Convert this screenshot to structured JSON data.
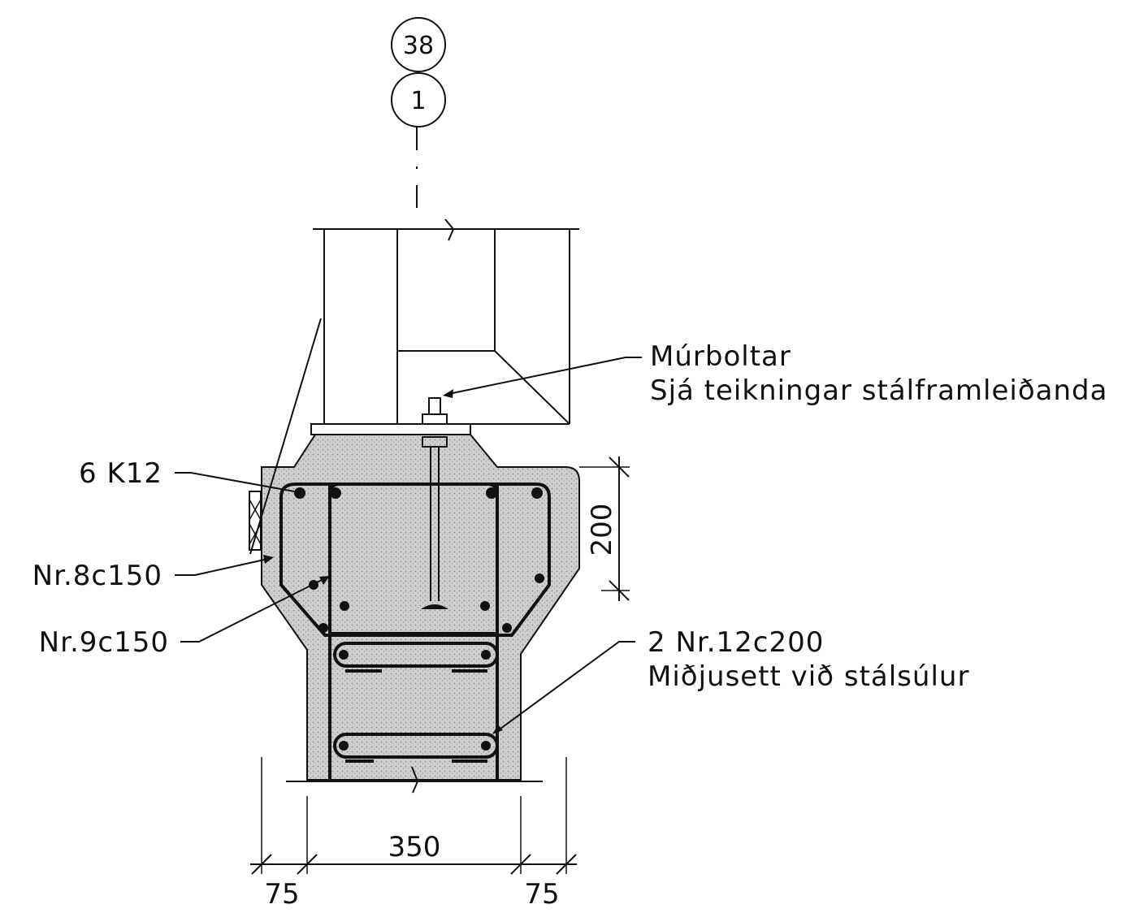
{
  "grid": {
    "top_label": "38",
    "bottom_label": "1"
  },
  "labels": {
    "anchor_bolts": "Múrboltar",
    "anchor_bolts_note": "Sjá teikningar stálframleiðanda",
    "top_bars": "6 K12",
    "stirrup_8": "Nr.8c150",
    "stirrup_9": "Nr.9c150",
    "links": "2 Nr.12c200",
    "links_note": "Miðjusett við stálsúlur"
  },
  "dimensions": {
    "height": "200",
    "width": "350",
    "left_offset": "75",
    "right_offset": "75"
  },
  "colors": {
    "concrete": "#c9c9c9",
    "line": "#111111"
  }
}
